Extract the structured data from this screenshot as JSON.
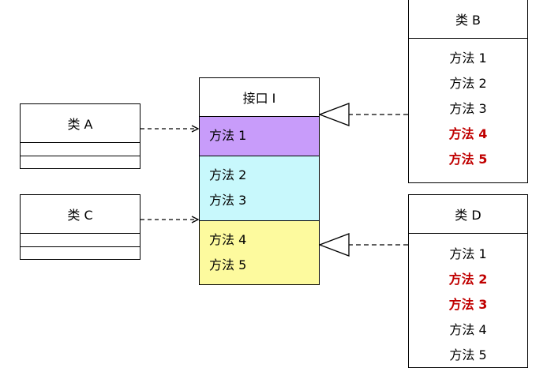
{
  "colors": {
    "section1": "#c89cfa",
    "section2": "#c8f8fc",
    "section3": "#fdfa9e",
    "highlight": "#c00000"
  },
  "interface_i": {
    "title": "接口 I",
    "sections": [
      [
        "方法 1"
      ],
      [
        "方法 2",
        "方法 3"
      ],
      [
        "方法 4",
        "方法 5"
      ]
    ]
  },
  "class_a": {
    "title": "类 A"
  },
  "class_c": {
    "title": "类 C"
  },
  "class_b": {
    "title": "类 B",
    "methods": [
      {
        "label": "方法 1",
        "bold": false
      },
      {
        "label": "方法 2",
        "bold": false
      },
      {
        "label": "方法 3",
        "bold": false
      },
      {
        "label": "方法 4",
        "bold": true
      },
      {
        "label": "方法 5",
        "bold": true
      }
    ]
  },
  "class_d": {
    "title": "类 D",
    "methods": [
      {
        "label": "方法 1",
        "bold": false
      },
      {
        "label": "方法 2",
        "bold": true
      },
      {
        "label": "方法 3",
        "bold": true
      },
      {
        "label": "方法 4",
        "bold": false
      },
      {
        "label": "方法 5",
        "bold": false
      }
    ]
  }
}
